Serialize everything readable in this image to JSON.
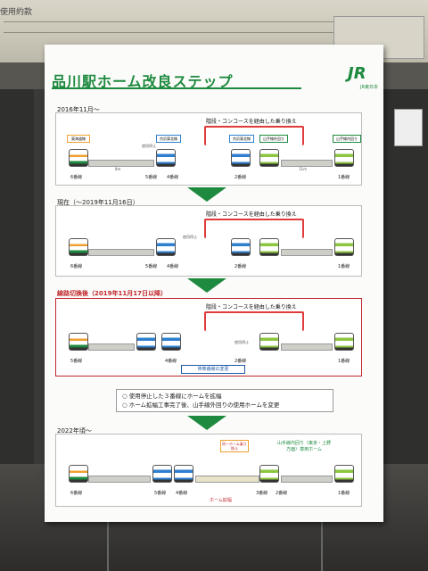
{
  "background": {
    "top_heading": "使用約款"
  },
  "board": {
    "title": "品川駅ホーム改良ステップ",
    "logo_text": "JR",
    "logo_sub": "JR東日本",
    "accent_color": "#1e8a3f",
    "alert_color": "#c0272d"
  },
  "steps": [
    {
      "label": "2016年11月～",
      "transfer_text": "階段・コンコースを経由した乗り換え",
      "platforms": [
        "6番線",
        "5番線",
        "4番線",
        "2番線",
        "1番線"
      ],
      "tags": {
        "tokaido": "東海道線",
        "keihin": "京浜東北線",
        "keihin2": "京浜東北線",
        "yamanote_out": "山手線外回り",
        "yamanote_in": "山手線内回り"
      },
      "stop_note": "使用停止"
    },
    {
      "label": "現在（～2019年11月16日）",
      "transfer_text": "階段・コンコースを経由した乗り換え",
      "platforms": [
        "6番線",
        "5番線",
        "4番線",
        "2番線",
        "1番線"
      ],
      "stop_note": "使用停止"
    },
    {
      "label": "線路切換後（2019年11月17日以降）",
      "transfer_text": "階段・コンコースを経由した乗り換え",
      "platforms": [
        "5番線",
        "4番線",
        "2番線",
        "1番線"
      ],
      "stop_note": "使用停止",
      "caption": "停車番線の変更"
    },
    {
      "label": "2022年頃～",
      "platforms": [
        "6番線",
        "5番線",
        "4番線",
        "3番線",
        "2番線",
        "1番線"
      ],
      "same_platform": "同一ホーム乗り換え",
      "expansion": "ホーム拡幅",
      "yamanote_dedicated": "山手線内回り（東京・上野方面）専用ホーム"
    }
  ],
  "notes": [
    "○ 使用停止した３番線にホームを拡幅",
    "○ ホーム拡幅工事完了後、山手線外回りの使用ホームを変更"
  ],
  "distances": [
    "8m",
    "11m"
  ]
}
